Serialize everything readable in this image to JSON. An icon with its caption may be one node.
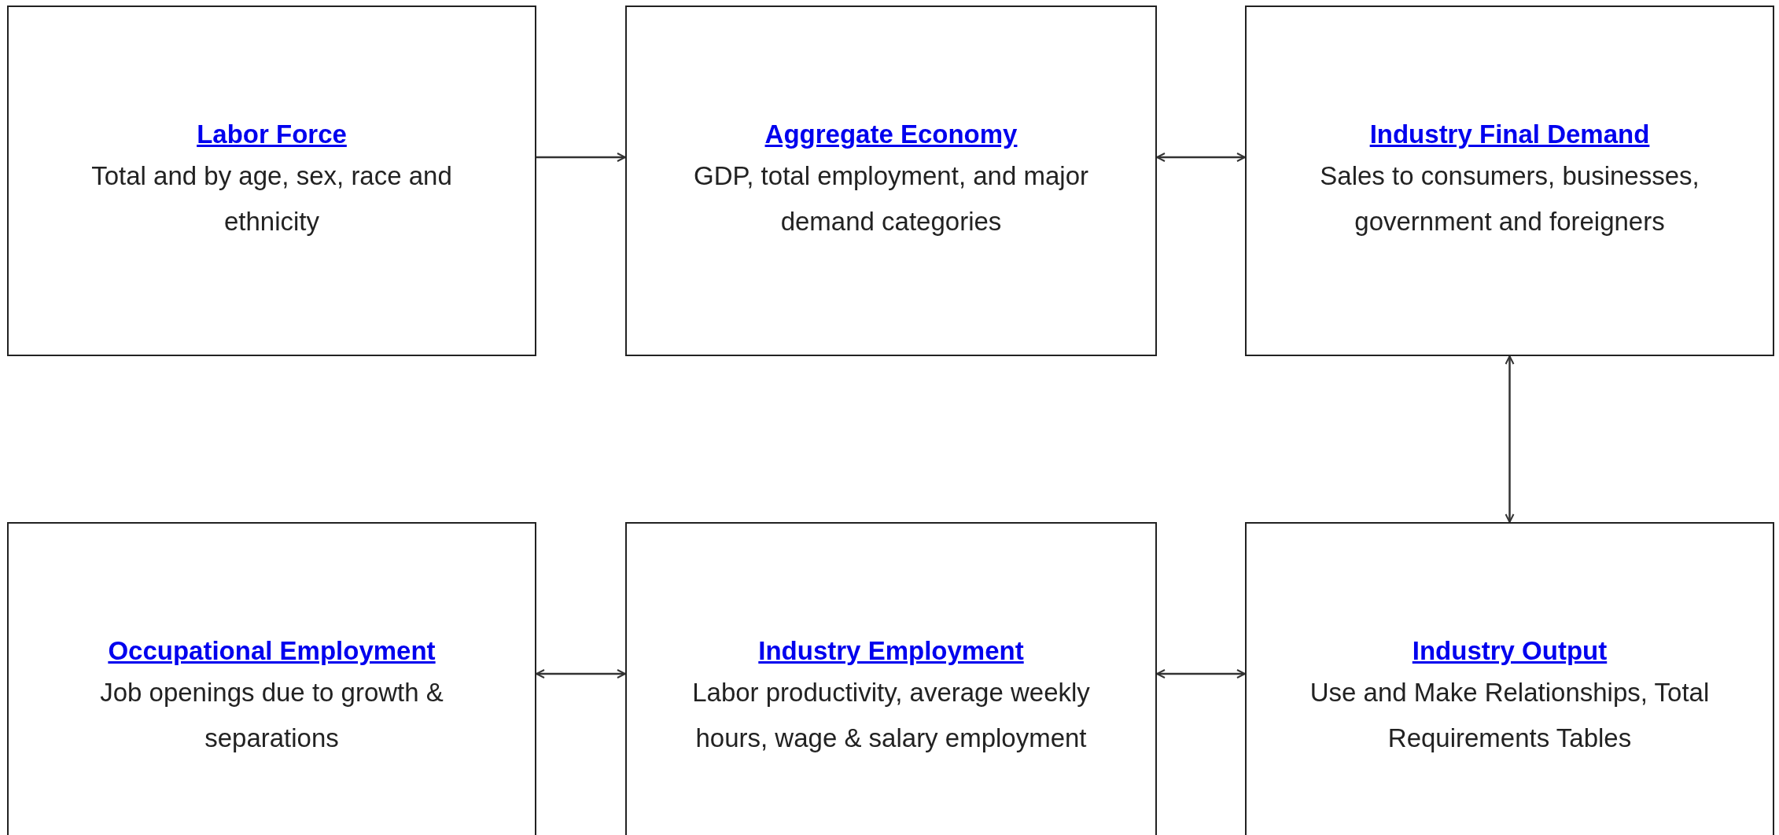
{
  "diagram": {
    "nodes": [
      {
        "text": [
          "Labor Force",
          "Total and by age, sex, race and ethnicity"
        ]
      },
      {
        "text": [
          "Aggregate Economy",
          "GDP, total employment, and major demand categories"
        ]
      },
      {
        "text": [
          "Industry Final Demand",
          "Sales to consumers, businesses, government and foreigners"
        ]
      },
      {
        "text": [
          "Occupational Employment",
          "Job openings due to growth & separations"
        ]
      },
      {
        "text": [
          "Industry Employment",
          "Labor productivity, average weekly hours, wage & salary employment"
        ]
      },
      {
        "text": [
          "Industry Output",
          "Use and Make Relationships, Total Requirements Tables"
        ]
      }
    ],
    "edges": [
      {
        "from": 0,
        "to": 1,
        "arrow": "to"
      },
      {
        "from": 1,
        "to": 2,
        "arrow": "both"
      },
      {
        "from": 2,
        "to": 5,
        "arrow": "both"
      },
      {
        "from": 3,
        "to": 4,
        "arrow": "both"
      },
      {
        "from": 4,
        "to": 5,
        "arrow": "both"
      }
    ]
  }
}
